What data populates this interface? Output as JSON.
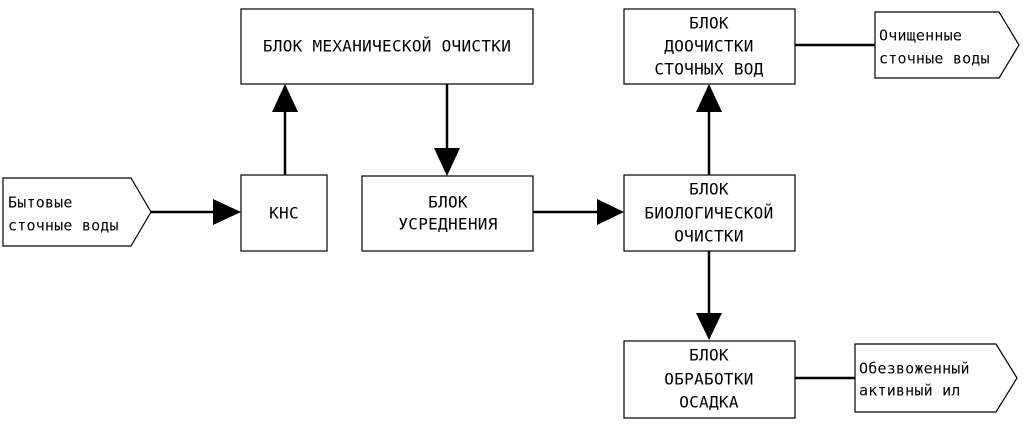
{
  "diagram": {
    "input_label": {
      "line1": "Бытовые",
      "line2": "сточные воды"
    },
    "kns": {
      "label": "КНС"
    },
    "mechanical": {
      "label": "БЛОК МЕХАНИЧЕСКОЙ ОЧИСТКИ"
    },
    "equalization": {
      "line1": "БЛОК",
      "line2": "УСРЕДНЕНИЯ"
    },
    "biological": {
      "line1": "БЛОК",
      "line2": "БИОЛОГИЧЕСКОЙ",
      "line3": "ОЧИСТКИ"
    },
    "post_treatment": {
      "line1": "БЛОК",
      "line2": "ДООЧИСТКИ",
      "line3": "СТОЧНЫХ ВОД"
    },
    "sludge": {
      "line1": "БЛОК",
      "line2": "ОБРАБОТКИ",
      "line3": "ОСАДКА"
    },
    "output_water": {
      "line1": "Очищенные",
      "line2": "сточные воды"
    },
    "output_sludge": {
      "line1": "Обезвоженный",
      "line2": "активный ил"
    }
  },
  "colors": {
    "stroke": "#000000",
    "fill": "#ffffff"
  }
}
